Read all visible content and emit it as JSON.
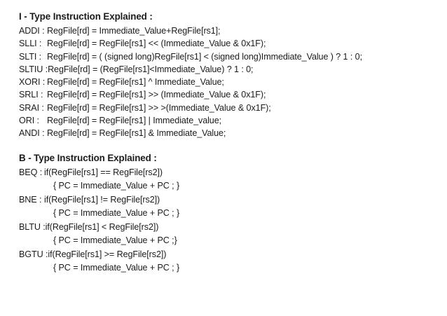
{
  "page": {
    "background_color": "#ffffff",
    "text_color": "#1b1b1b"
  },
  "sections": [
    {
      "heading": "I - Type Instruction Explained :",
      "lines": [
        {
          "label": "ADDI :",
          "code": "RegFile[rd] = Immediate_Value+RegFile[rs1];"
        },
        {
          "label": "SLLI :",
          "code": "RegFile[rd] = RegFile[rs1] << (Immediate_Value & 0x1F);"
        },
        {
          "label": "SLTI :",
          "code": "RegFile[rd] = ( (signed long)RegFile[rs1] < (signed long)Immediate_Value ) ? 1 : 0;"
        },
        {
          "label": "SLTIU :",
          "code": "RegFile[rd] = (RegFile[rs1]<Immediate_Value) ? 1 : 0;"
        },
        {
          "label": "XORI :",
          "code": "RegFile[rd] = RegFile[rs1] ^ Immediate_Value;"
        },
        {
          "label": "SRLI :",
          "code": "RegFile[rd] = RegFile[rs1] >> (Immediate_Value & 0x1F);"
        },
        {
          "label": "SRAI :",
          "code": "RegFile[rd] = RegFile[rs1] >> >(Immediate_Value & 0x1F);"
        },
        {
          "label": "ORI :",
          "code": "RegFile[rd] = RegFile[rs1] | Immediate_value;"
        },
        {
          "label": "ANDI :",
          "code": "RegFile[rd] = RegFile[rs1] & Immediate_Value;"
        }
      ]
    },
    {
      "heading": "B - Type Instruction Explained :",
      "lines": [
        {
          "label": "BEQ :",
          "code": "if(RegFile[rs1] == RegFile[rs2])"
        },
        {
          "continuation": true,
          "code": "{ PC = Immediate_Value + PC ; }"
        },
        {
          "label": "BNE :",
          "code": "if(RegFile[rs1] != RegFile[rs2])"
        },
        {
          "continuation": true,
          "code": "{ PC = Immediate_Value + PC ; }"
        },
        {
          "label": "BLTU :",
          "code": "if(RegFile[rs1] < RegFile[rs2])"
        },
        {
          "continuation": true,
          "code": "{ PC = Immediate_Value + PC ;}"
        },
        {
          "label": "BGTU :",
          "code": "if(RegFile[rs1] >= RegFile[rs2])"
        },
        {
          "continuation": true,
          "code": "{ PC = Immediate_Value + PC ; }"
        }
      ]
    }
  ]
}
